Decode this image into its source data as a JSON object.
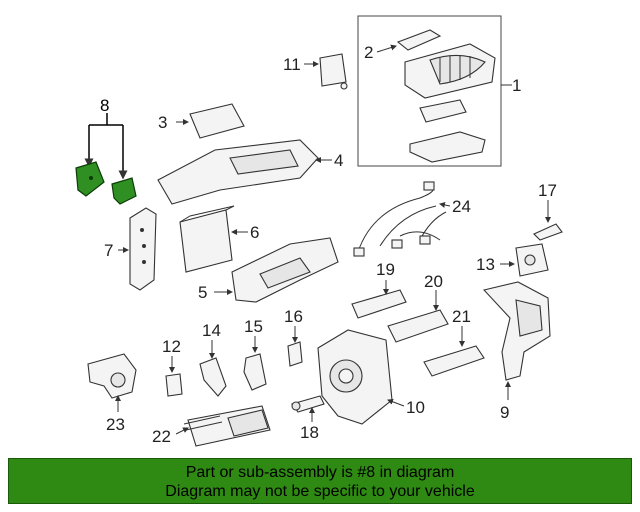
{
  "callouts": {
    "n1": "1",
    "n2": "2",
    "n3": "3",
    "n4": "4",
    "n5": "5",
    "n6": "6",
    "n7": "7",
    "n8": "8",
    "n9": "9",
    "n10": "10",
    "n11": "11",
    "n12": "12",
    "n13": "13",
    "n14": "14",
    "n15": "15",
    "n16": "16",
    "n17": "17",
    "n18": "18",
    "n19": "19",
    "n20": "20",
    "n21": "21",
    "n22": "22",
    "n23": "23",
    "n24": "24"
  },
  "highlight_color": "#2e8a12",
  "banner": {
    "line1": "Part or sub-assembly is #8 in diagram",
    "line2": "Diagram may not be specific to your vehicle"
  }
}
